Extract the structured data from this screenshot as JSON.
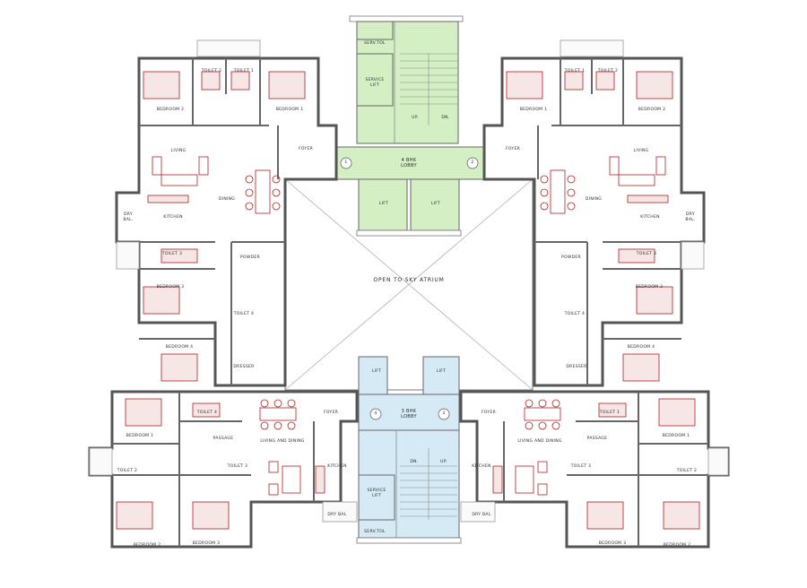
{
  "labels": {
    "serv_tol_top": "SERV.TOL",
    "service_lift_top": "SERVICE LIFT",
    "up_top": "UP.",
    "dn_top": "DN.",
    "lobby_4bhk": "4 BHK LOBBY",
    "lift": "LIFT",
    "atrium": "OPEN TO SKY ATRIUM",
    "lobby_3bhk": "3 BHK LOBBY",
    "dn_bottom": "DN.",
    "up_bottom": "UP.",
    "service_lift_bottom": "SERVICE LIFT",
    "serv_tol_bottom": "SERV.TOL",
    "toilet1": "TOILET 1",
    "toilet2": "TOILET 2",
    "toilet3": "TOILET 3",
    "toilet4": "TOILET 4",
    "bedroom1": "BEDROOM 1",
    "bedroom2": "BEDROOM 2",
    "bedroom3": "BEDROOM 3",
    "bedroom4": "BEDROOM 4",
    "living": "LIVING",
    "foyer": "FOYER",
    "dining": "DINING",
    "kitchen": "KITCHEN",
    "dry_bal": "DRY BAL.",
    "dry_bal_short": "DRY BAL",
    "powder": "POWDER",
    "dresser": "DRESSER",
    "passage": "PASSAGE",
    "living_and_dining": "LIVING AND DINING",
    "kitchen_short": "KITCHEN",
    "n1": "1",
    "n2": "2",
    "n3": "3",
    "n4": "4"
  },
  "colors": {
    "lift_core_4bhk": "#d4efc4",
    "lift_core_3bhk": "#d6eaf5",
    "furniture": "#b02020",
    "walls": "#555555"
  }
}
